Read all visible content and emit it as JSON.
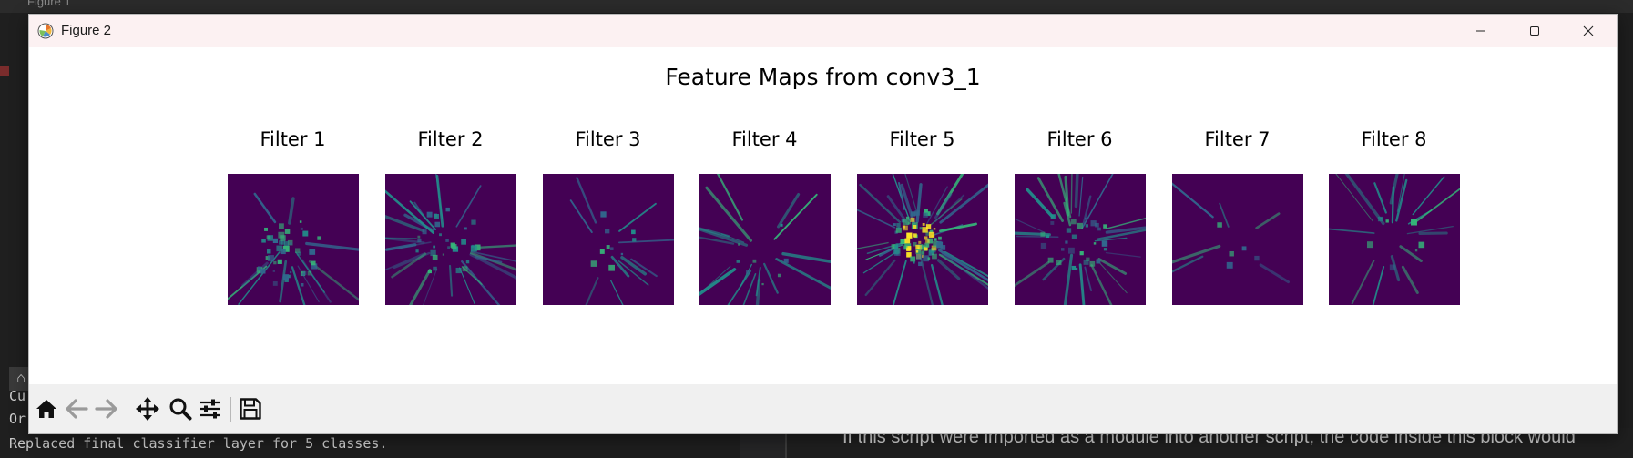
{
  "background": {
    "top_label": "Figure 1",
    "left_line_1": "Cu",
    "left_line_2": "Or",
    "terminal_line": "Replaced final classifier layer for 5 classes.",
    "right_text": "If this script were imported as a module into another script, the code inside this block would"
  },
  "window": {
    "title": "Figure 2",
    "controls": {
      "minimize": "minimize-icon",
      "maximize": "maximize-icon",
      "close": "close-icon"
    }
  },
  "figure": {
    "suptitle": "Feature Maps from conv3_1",
    "colormap": "viridis",
    "panels": [
      {
        "title": "Filter 1"
      },
      {
        "title": "Filter 2"
      },
      {
        "title": "Filter 3"
      },
      {
        "title": "Filter 4"
      },
      {
        "title": "Filter 5"
      },
      {
        "title": "Filter 6"
      },
      {
        "title": "Filter 7"
      },
      {
        "title": "Filter 8"
      }
    ]
  },
  "toolbar": {
    "buttons": [
      {
        "name": "home",
        "icon": "home-icon"
      },
      {
        "name": "back",
        "icon": "arrow-left-icon"
      },
      {
        "name": "forward",
        "icon": "arrow-right-icon"
      },
      {
        "name": "pan",
        "icon": "move-icon"
      },
      {
        "name": "zoom",
        "icon": "magnifier-icon"
      },
      {
        "name": "configure-subplots",
        "icon": "sliders-icon"
      },
      {
        "name": "save",
        "icon": "floppy-icon"
      }
    ]
  },
  "colors": {
    "viridis_dark": "#440154",
    "viridis_blue": "#31688e",
    "viridis_teal": "#21918c",
    "viridis_green": "#35b779",
    "viridis_yellow": "#fde725",
    "titlebar": "#fcf1f2",
    "toolbar": "#f0f0f0"
  }
}
